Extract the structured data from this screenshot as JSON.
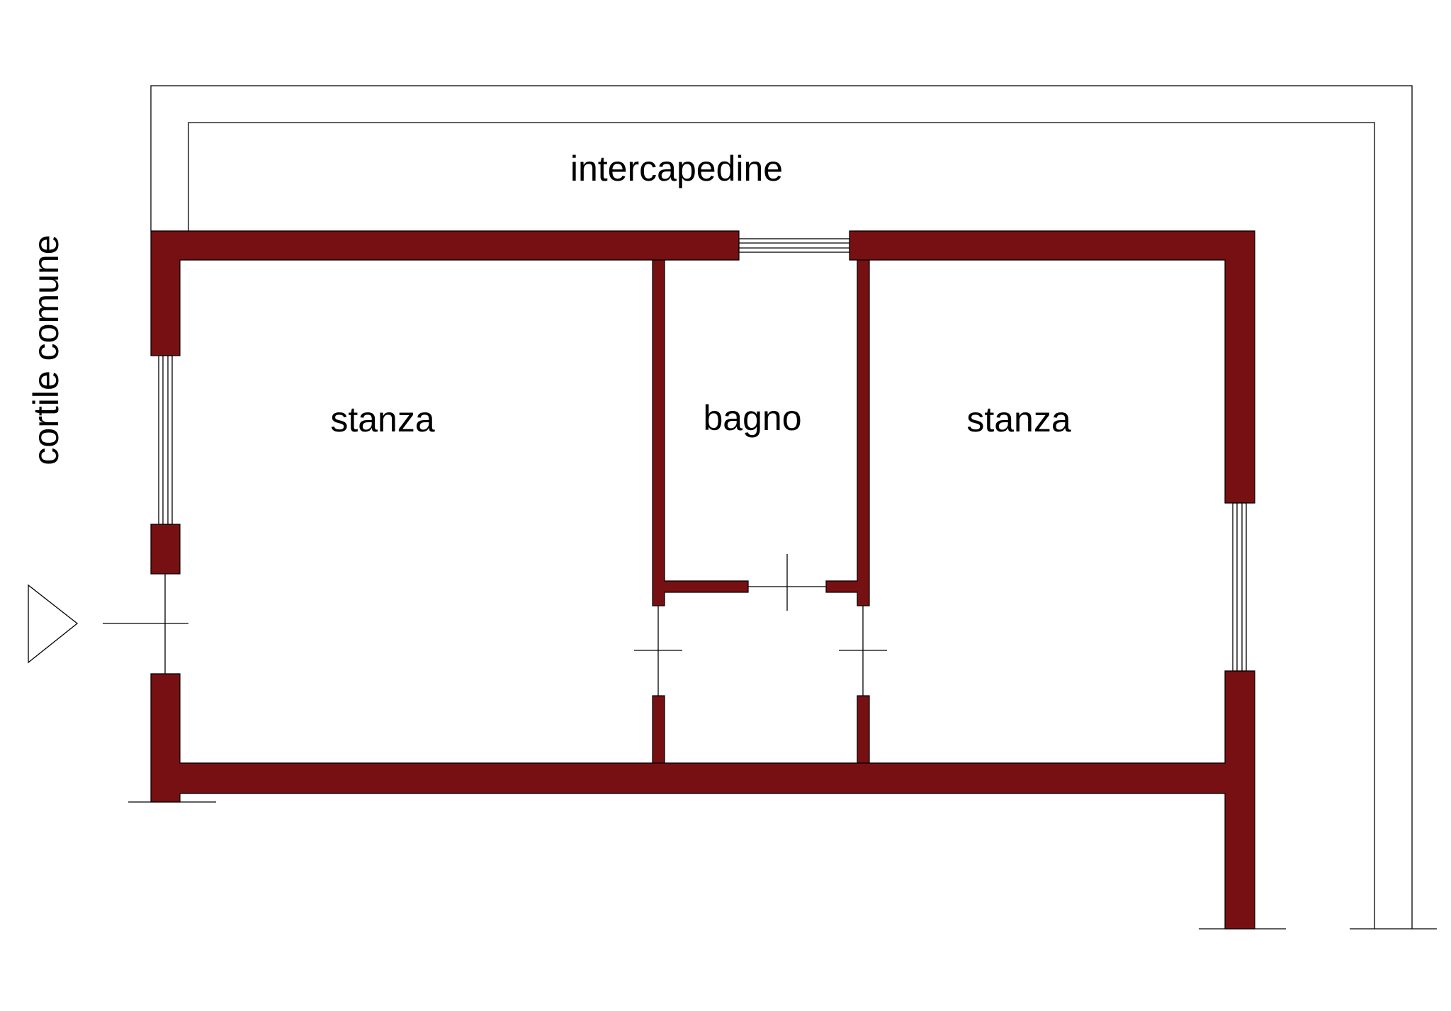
{
  "labels": {
    "intercapedine": "intercapedine",
    "cortile_comune": "cortile comune",
    "room_left": "stanza",
    "room_center": "bagno",
    "room_right": "stanza"
  },
  "colors": {
    "wall": "#761012",
    "line": "#000000",
    "background": "#ffffff"
  }
}
